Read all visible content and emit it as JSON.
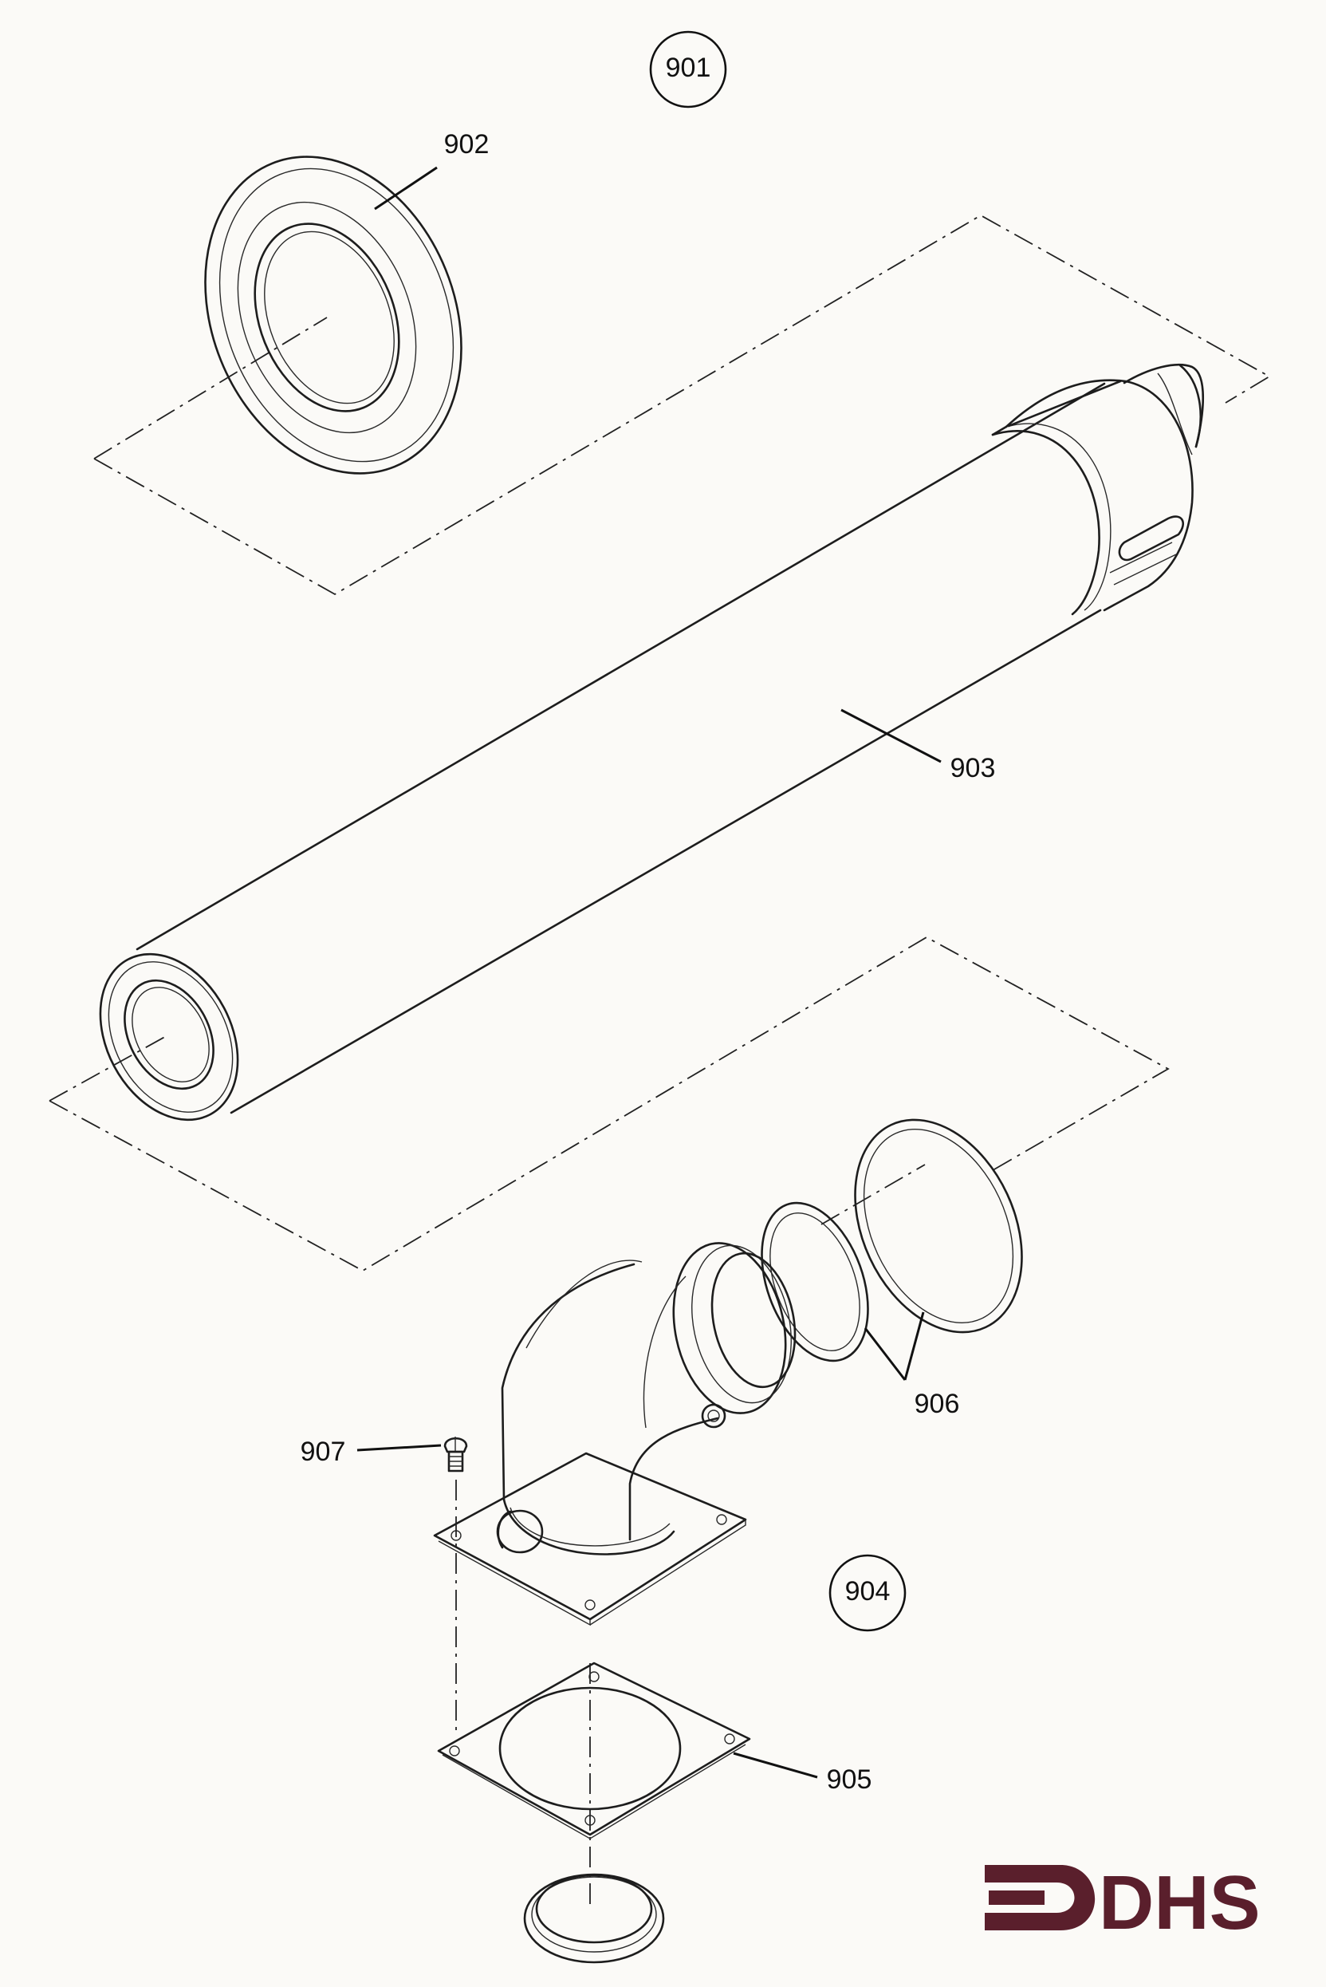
{
  "callouts": {
    "c901": "901",
    "c902": "902",
    "c903": "903",
    "c904": "904",
    "c905": "905",
    "c906": "906",
    "c907": "907"
  },
  "logo": {
    "text": "DHS",
    "color": "#5a1f2c"
  }
}
